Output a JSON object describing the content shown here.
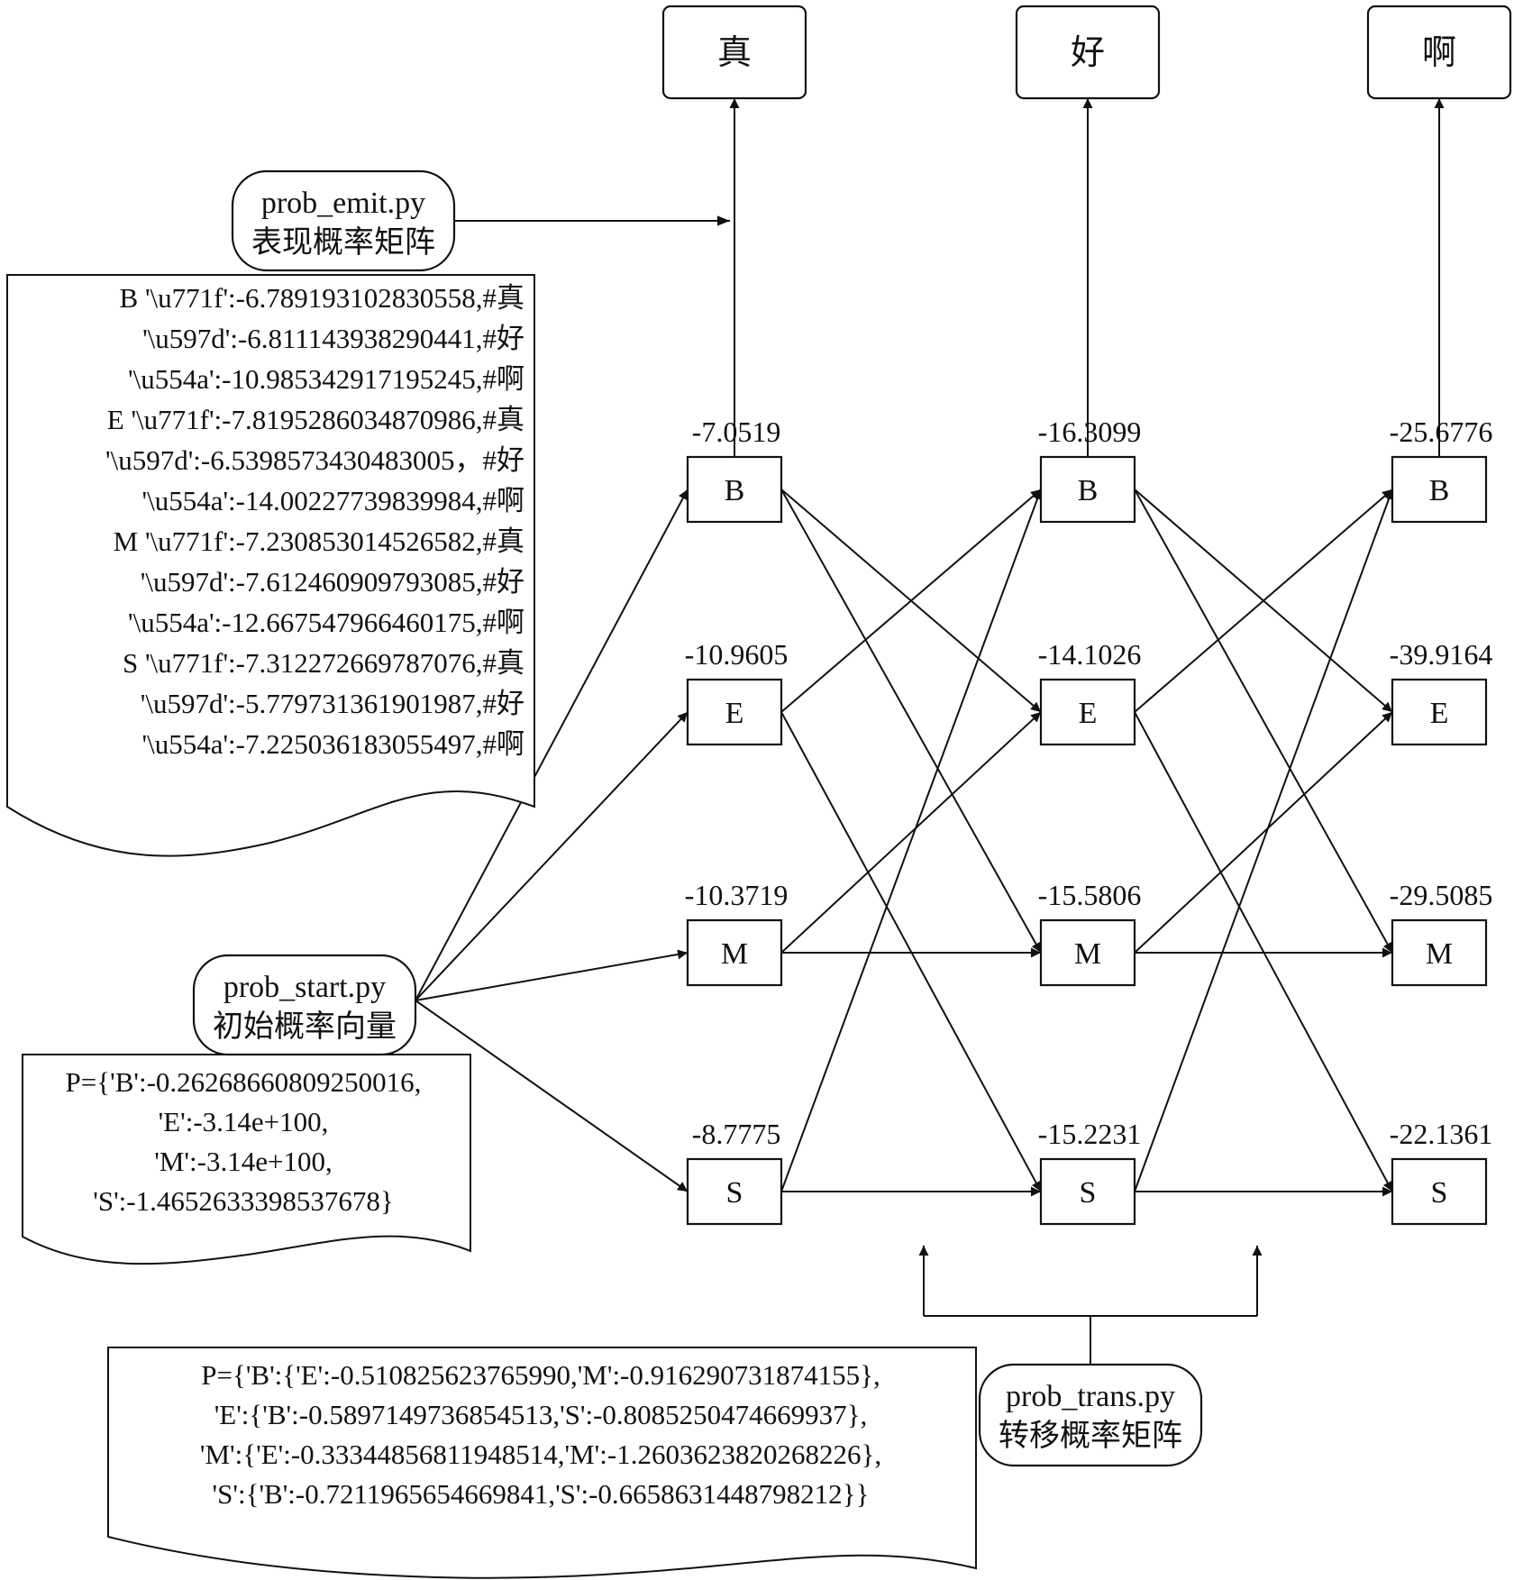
{
  "tokens": [
    "真",
    "好",
    "啊"
  ],
  "states": [
    "B",
    "E",
    "M",
    "S"
  ],
  "scores": [
    [
      "-7.0519",
      "-10.9605",
      "-10.3719",
      "-8.7775"
    ],
    [
      "-16.3099",
      "-14.1026",
      "-15.5806",
      "-15.2231"
    ],
    [
      "-25.6776",
      "-39.9164",
      "-29.5085",
      "-22.1361"
    ]
  ],
  "emit": {
    "file": "prob_emit.py",
    "label": "表现概率矩阵",
    "lines": [
      "B '\\u771f':-6.789193102830558,#真",
      "'\\u597d':-6.811143938290441,#好",
      "'\\u554a':-10.985342917195245,#啊",
      "E '\\u771f':-7.8195286034870986,#真",
      "'\\u597d':-6.5398573430483005，#好",
      "'\\u554a':-14.00227739839984,#啊",
      "M '\\u771f':-7.230853014526582,#真",
      "'\\u597d':-7.612460909793085,#好",
      "'\\u554a':-12.667547966460175,#啊",
      "S '\\u771f':-7.312272669787076,#真",
      "'\\u597d':-5.779731361901987,#好",
      "'\\u554a':-7.225036183055497,#啊"
    ]
  },
  "start": {
    "file": "prob_start.py",
    "label": "初始概率向量",
    "lines": [
      "P={'B':-0.26268660809250016,",
      "'E':-3.14e+100,",
      "'M':-3.14e+100,",
      "'S':-1.4652633398537678}"
    ]
  },
  "trans": {
    "file": "prob_trans.py",
    "label": "转移概率矩阵",
    "lines": [
      "P={'B':{'E':-0.510825623765990,'M':-0.916290731874155},",
      "'E':{'B':-0.5897149736854513,'S':-0.8085250474669937},",
      "'M':{'E':-0.33344856811948514,'M':-1.2603623820268226},",
      "'S':{'B':-0.7211965654669841,'S':-0.6658631448798212}}"
    ]
  }
}
